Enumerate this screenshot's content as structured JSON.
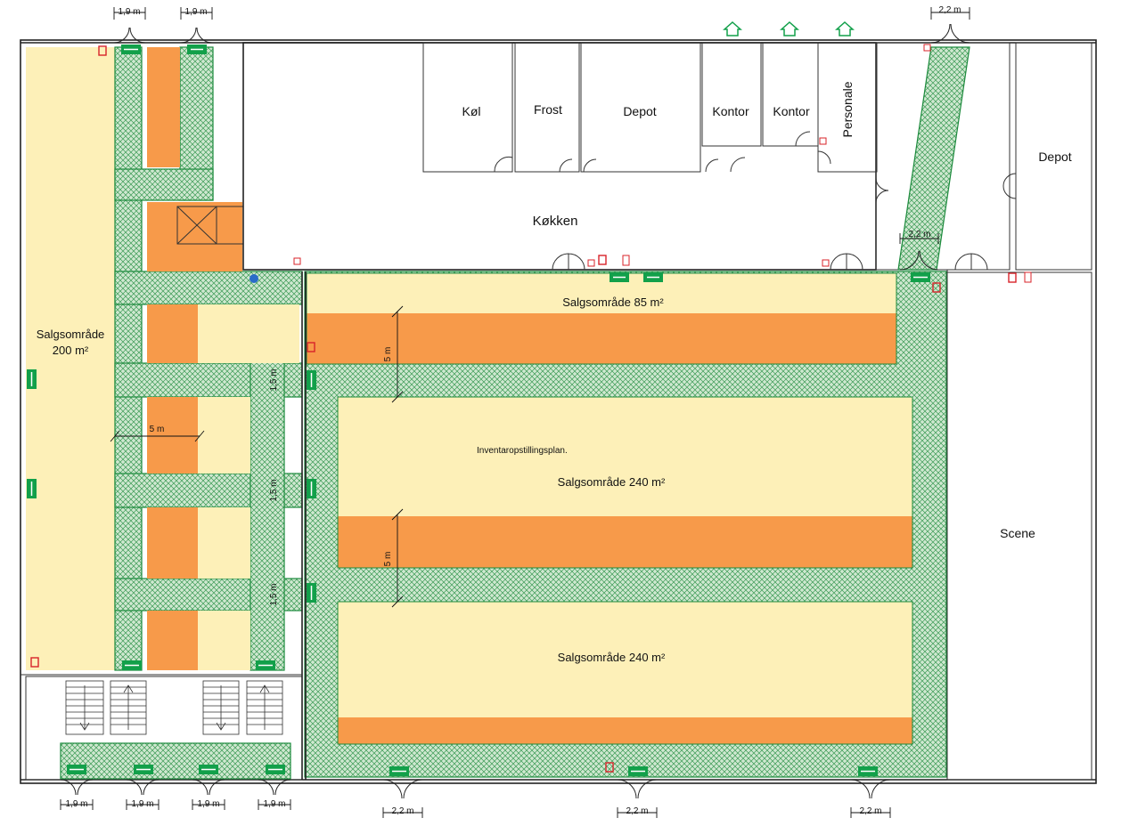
{
  "rooms": {
    "kol": "Køl",
    "frost": "Frost",
    "depot_top": "Depot",
    "kontor1": "Kontor",
    "kontor2": "Kontor",
    "personale": "Personale",
    "depot_right": "Depot",
    "kokken": "Køkken",
    "scene": "Scene"
  },
  "zones": {
    "left_name": "Salgsområde",
    "left_area": "200 m²",
    "top": "Salgsområde 85 m²",
    "middle": "Salgsområde 240 m²",
    "bottom": "Salgsområde 240 m²"
  },
  "note": "Inventaropstillingsplan.",
  "dimensions": {
    "door_1_9": "1,9 m",
    "door_2_2": "2,2 m",
    "aisle_5": "5 m",
    "corridor_1_5": "1,5 m"
  },
  "colors": {
    "sales_area": "#fdf0b8",
    "shelving": "#f79a4a",
    "escape_route": "#1c8a3c",
    "exit_sign": "#12a04a",
    "fire_equipment": "#d8232a"
  },
  "icons": [
    "emergency-exit-sign-icon",
    "fire-extinguisher-icon",
    "fire-alarm-icon",
    "rescue-sign-icon",
    "staircase-icon",
    "elevator-icon"
  ]
}
